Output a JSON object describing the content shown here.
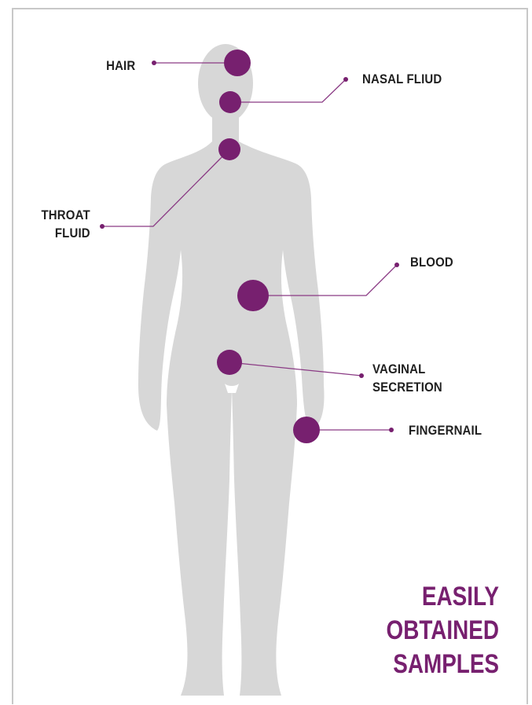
{
  "colors": {
    "accent": "#77206f",
    "silhouette": "#d7d7d7",
    "text": "#1f1f1f"
  },
  "labels": {
    "hair": "HAIR",
    "nasal_fluid": "NASAL FLIUD",
    "throat_fluid_line1": "THROAT",
    "throat_fluid_line2": "FLUID",
    "blood": "BLOOD",
    "vaginal_secretion_line1": "VAGINAL",
    "vaginal_secretion_line2": "SECRETION",
    "fingernail": "FINGERNAIL"
  },
  "title": {
    "line1": "EASILY",
    "line2": "OBTAINED",
    "line3": "SAMPLES"
  }
}
